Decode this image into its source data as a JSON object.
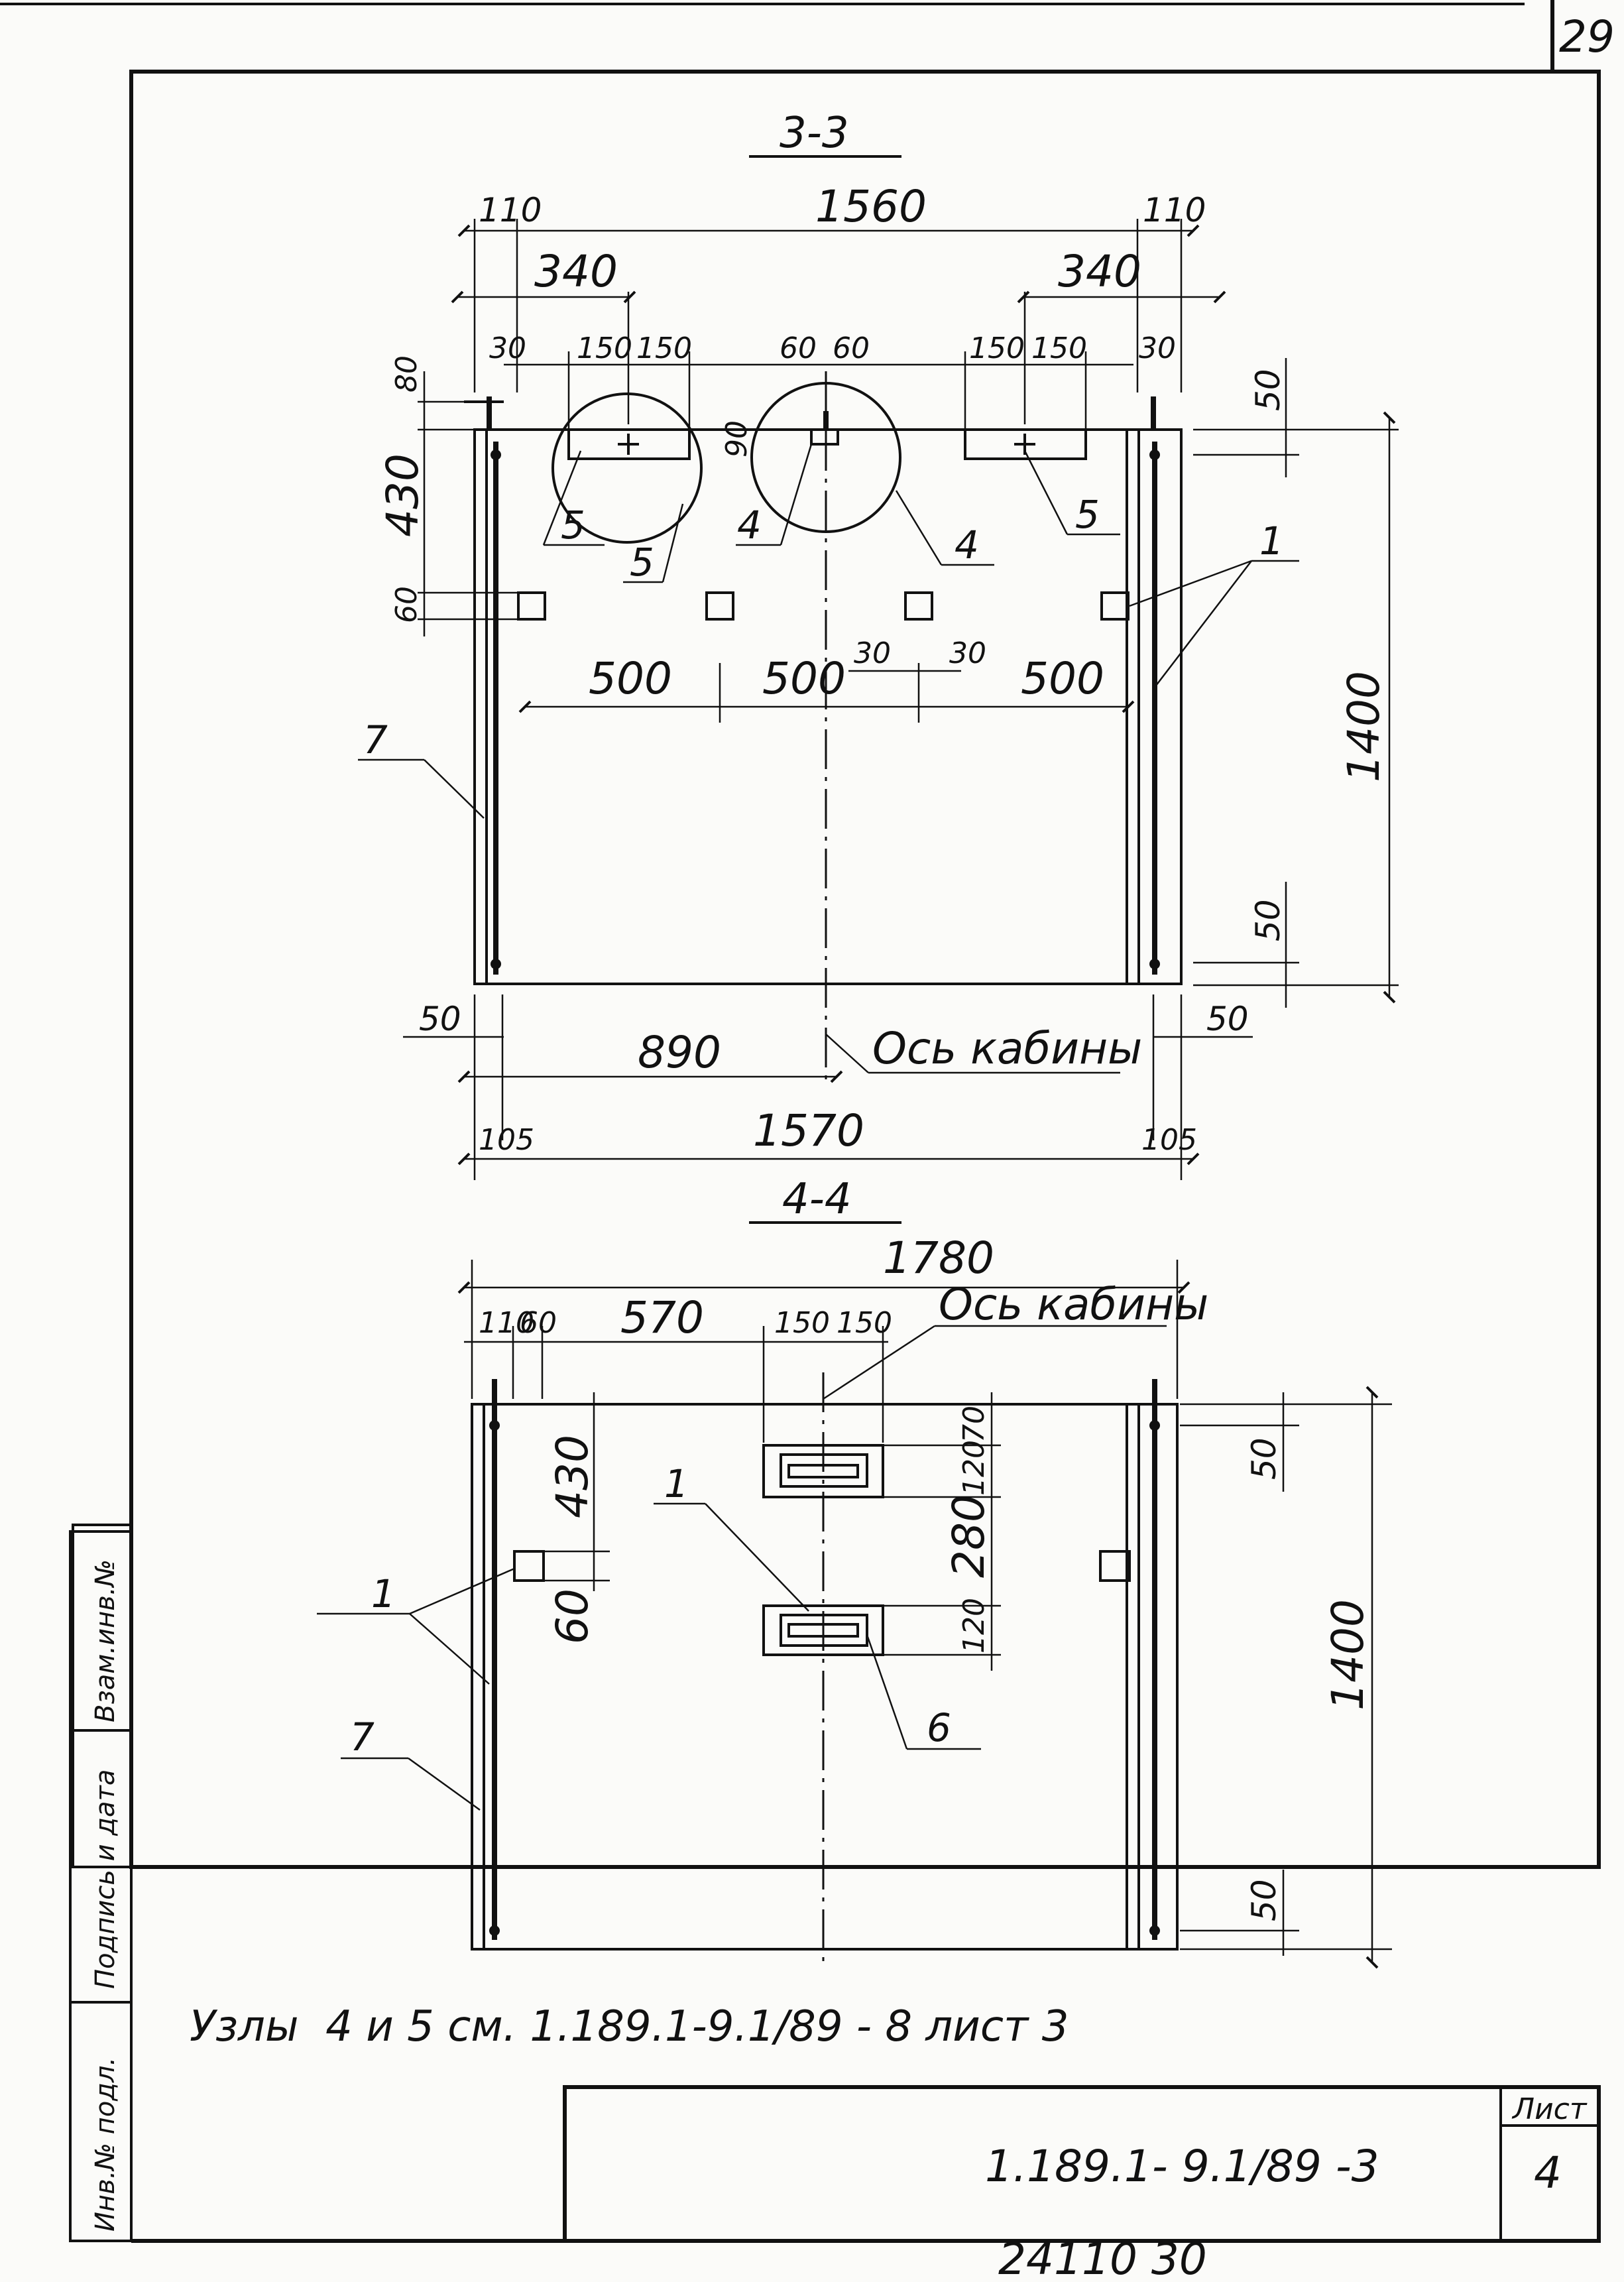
{
  "page_number": "29",
  "section_3": {
    "title": "3-3",
    "dims_top": [
      "110",
      "1560",
      "110"
    ],
    "dims_340": [
      "340",
      "340"
    ],
    "dims_150": [
      "150",
      "150",
      "150",
      "150"
    ],
    "dims_30": [
      "30",
      "30"
    ],
    "dims_60": [
      "60",
      "60"
    ],
    "dim_90": "90",
    "dim_80": "80",
    "dim_430": "430",
    "dim_60_left": "60",
    "dims_500": [
      "500",
      "500",
      "500"
    ],
    "dims_30_mid": [
      "30",
      "30"
    ],
    "dim_1400": "1400",
    "dims_50_right": [
      "50",
      "50"
    ],
    "dims_50_bottom": [
      "50",
      "50"
    ],
    "dim_890": "890",
    "axis_label": "Ось кабины",
    "dims_105": [
      "105",
      "105"
    ],
    "dim_1570": "1570",
    "leaders": [
      "5",
      "5",
      "4",
      "4",
      "5",
      "1",
      "7"
    ]
  },
  "section_4": {
    "title": "4-4",
    "dim_1780": "1780",
    "dims_row": [
      "110",
      "60",
      "570",
      "150",
      "150"
    ],
    "axis_label": "Ось кабины",
    "dim_430": "430",
    "dim_60": "60",
    "dims_vertical": [
      "70",
      "120",
      "280",
      "120"
    ],
    "dim_1400": "1400",
    "dims_50": [
      "50",
      "50"
    ],
    "leaders": [
      "1",
      "1",
      "7",
      "6"
    ]
  },
  "note": "Узлы  4 и 5 см. 1.189.1-9.1/89 - 8 лист 3",
  "side_stamp": [
    "Инв.№ подл.",
    "Подпись и дата",
    "Взам.инв.№"
  ],
  "title_block": {
    "sheet_label": "Лист",
    "designation": "1.189.1- 9.1/89 -3",
    "sheet_number": "4"
  },
  "footer_code": "24110     30"
}
